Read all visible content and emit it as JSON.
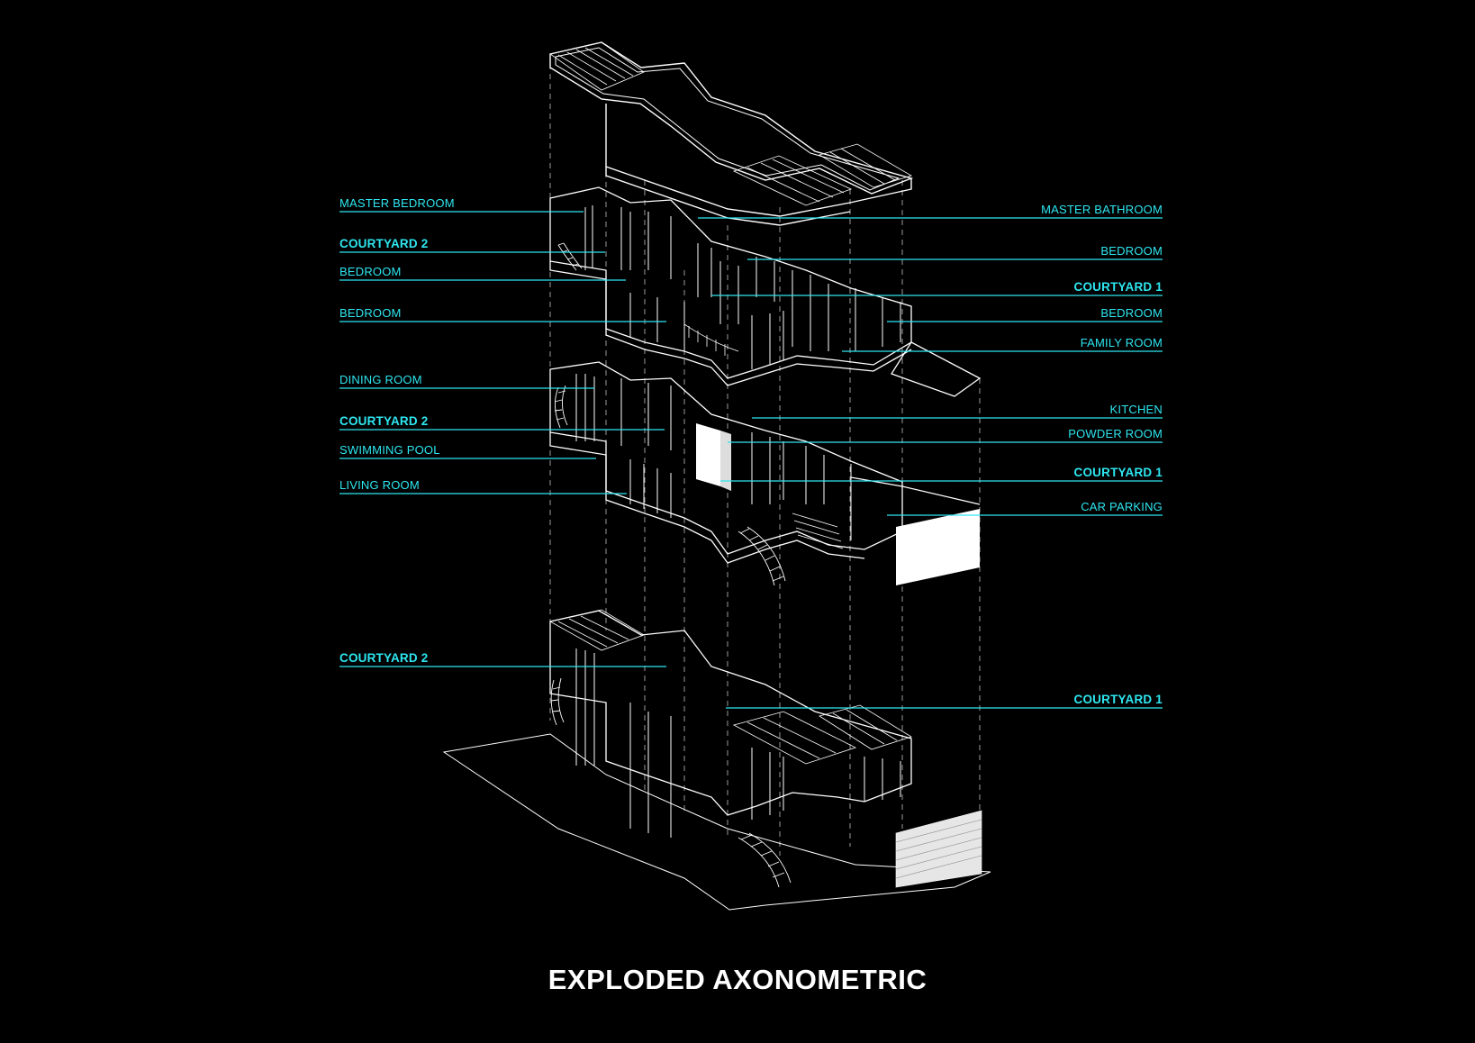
{
  "title": "EXPLODED AXONOMETRIC",
  "colors": {
    "background": "#000000",
    "linework": "#ffffff",
    "labels": "#2ee6f0"
  },
  "labels": {
    "upper_left": [
      "MASTER BEDROOM",
      "COURTYARD 2",
      "BEDROOM",
      "BEDROOM"
    ],
    "upper_right": [
      "MASTER BATHROOM",
      "BEDROOM",
      "COURTYARD 1",
      "BEDROOM",
      "FAMILY ROOM"
    ],
    "middle_left": [
      "DINING ROOM",
      "COURTYARD 2",
      "SWIMMING POOL",
      "LIVING ROOM"
    ],
    "middle_right": [
      "KITCHEN",
      "POWDER ROOM",
      "COURTYARD 1",
      "CAR PARKING"
    ],
    "lower_left": [
      "COURTYARD 2"
    ],
    "lower_right": [
      "COURTYARD 1"
    ]
  }
}
